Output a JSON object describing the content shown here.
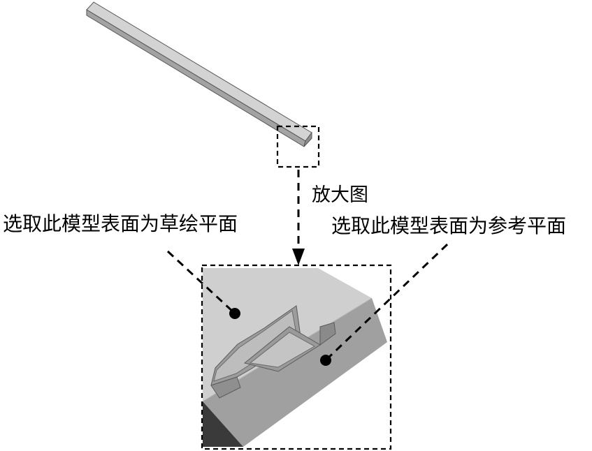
{
  "labels": {
    "zoom": "放大图",
    "sketch_plane": "选取此模型表面为草绘平面",
    "reference_plane": "选取此模型表面为参考平面"
  },
  "colors": {
    "model_top": "#cfcfcf",
    "model_side": "#9f9f9f",
    "model_dark": "#3a3a3a",
    "line": "#000000"
  }
}
